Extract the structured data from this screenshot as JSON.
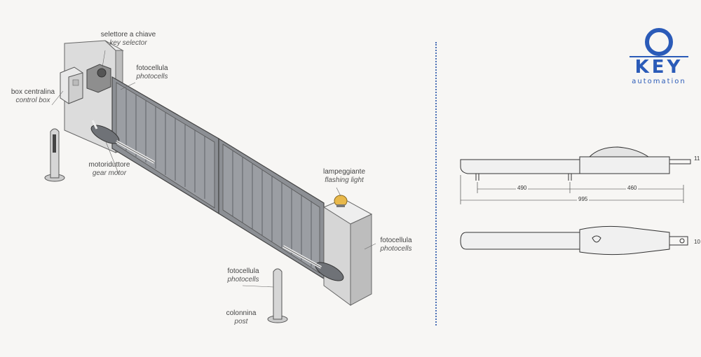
{
  "labels": {
    "key_selector": {
      "it": "selettore a chiave",
      "en": "key selector"
    },
    "photocells_top": {
      "it": "fotocellula",
      "en": "photocells"
    },
    "control_box": {
      "it": "box centralina",
      "en": "control box"
    },
    "gear_motor": {
      "it": "motoriduttore",
      "en": "gear motor"
    },
    "flashing_light": {
      "it": "lampeggiante",
      "en": "flashing light"
    },
    "photocells_right": {
      "it": "fotocellula",
      "en": "photocells"
    },
    "photocells_bottom": {
      "it": "fotocellula",
      "en": "photocells"
    },
    "post": {
      "it": "colonnina",
      "en": "post"
    }
  },
  "logo": {
    "brand": "KEY",
    "tagline": "automation"
  },
  "dimensions": {
    "a": "490",
    "b": "460",
    "total": "995",
    "height": "11",
    "width": "10"
  },
  "colors": {
    "brand_blue": "#2b5bb8",
    "divider": "#4a6fb5",
    "pillar": "#d9d9d9",
    "gate": "#8a8d92",
    "light": "#e8b84a"
  }
}
